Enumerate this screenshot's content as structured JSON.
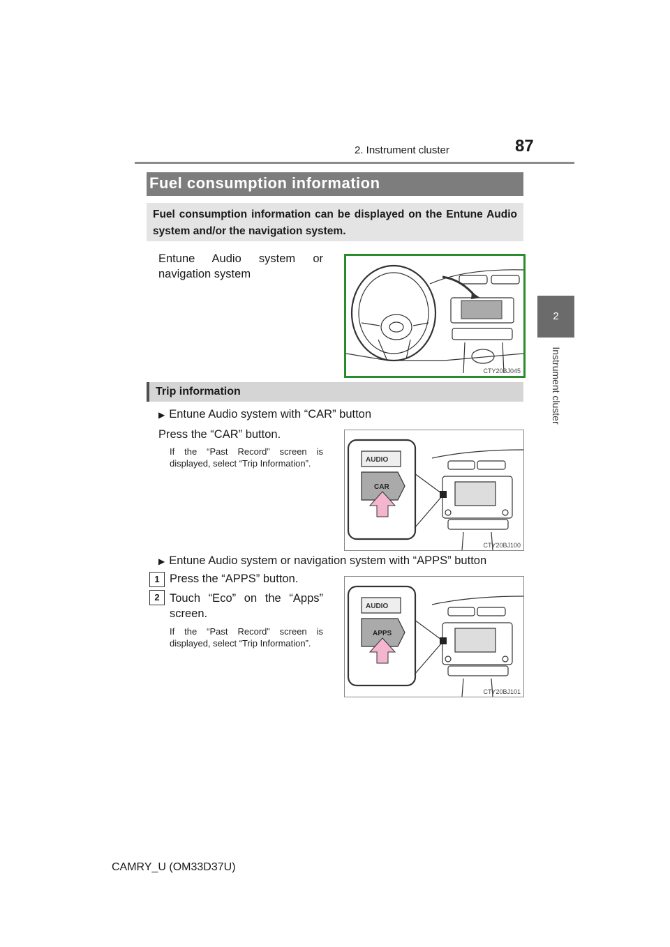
{
  "header": {
    "section": "2. Instrument cluster",
    "page_number": "87",
    "chapter_number": "2",
    "chapter_title": "Instrument cluster"
  },
  "main": {
    "title": "Fuel consumption information",
    "intro": "Fuel consumption information can be displayed on the Entune Audio system and/or the navigation system.",
    "system_label": "Entune Audio system or navigation system",
    "figure1_code": "CTY20BJ045",
    "trip": {
      "heading": "Trip information",
      "car_heading": "Entune Audio system with “CAR” button",
      "car_step": "Press the “CAR” button.",
      "car_note": "If the “Past Record” screen is displayed, select “Trip Information”.",
      "figure2_code": "CTY20BJ100",
      "figure2_labels": [
        "AUDIO",
        "CAR"
      ],
      "apps_heading": "Entune Audio system or navigation system with “APPS” button",
      "steps": [
        {
          "number": "1",
          "text": "Press the “APPS” button."
        },
        {
          "number": "2",
          "text": "Touch “Eco” on the “Apps” screen."
        }
      ],
      "apps_note": "If the “Past Record” screen is displayed, select “Trip Information”.",
      "figure3_code": "CTY20BJ101",
      "figure3_labels": [
        "AUDIO",
        "APPS"
      ]
    }
  },
  "footer": {
    "model": "CAMRY_U (OM33D37U)"
  },
  "colors": {
    "section_bar": "#7d7d7d",
    "figure_border_green": "#2a8c2a",
    "arrow_pink": "#f4b6cf"
  }
}
